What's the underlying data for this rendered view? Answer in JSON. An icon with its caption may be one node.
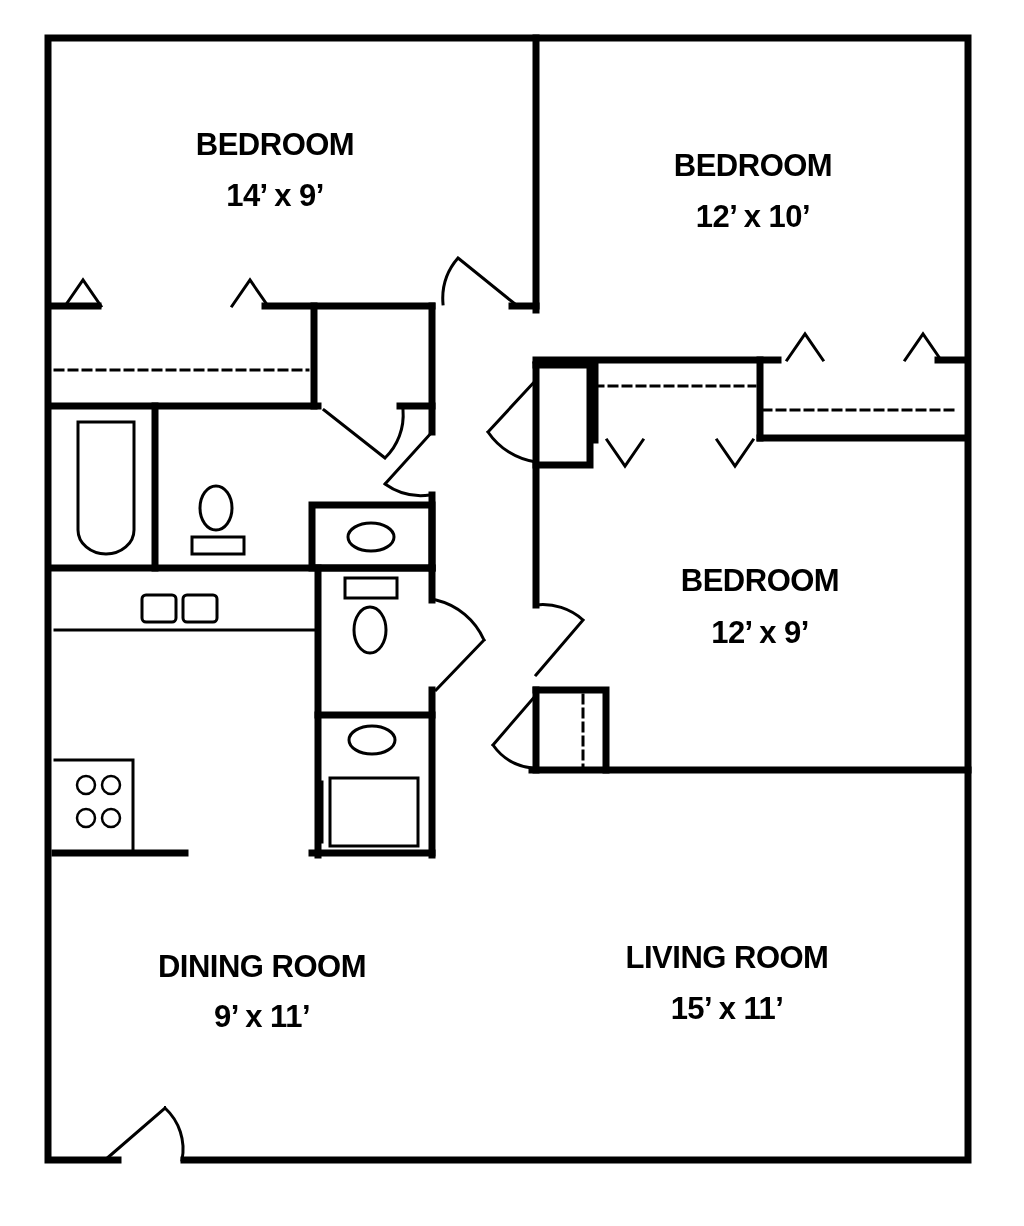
{
  "diagram": {
    "labels": [
      "BEDROOM",
      "14’ x 9’",
      "BEDROOM",
      "12’ x 10’",
      "BEDROOM",
      "12’ x 9’",
      "DINING ROOM",
      "9’ x 11’",
      "LIVING ROOM",
      "15’ x 11’"
    ]
  }
}
